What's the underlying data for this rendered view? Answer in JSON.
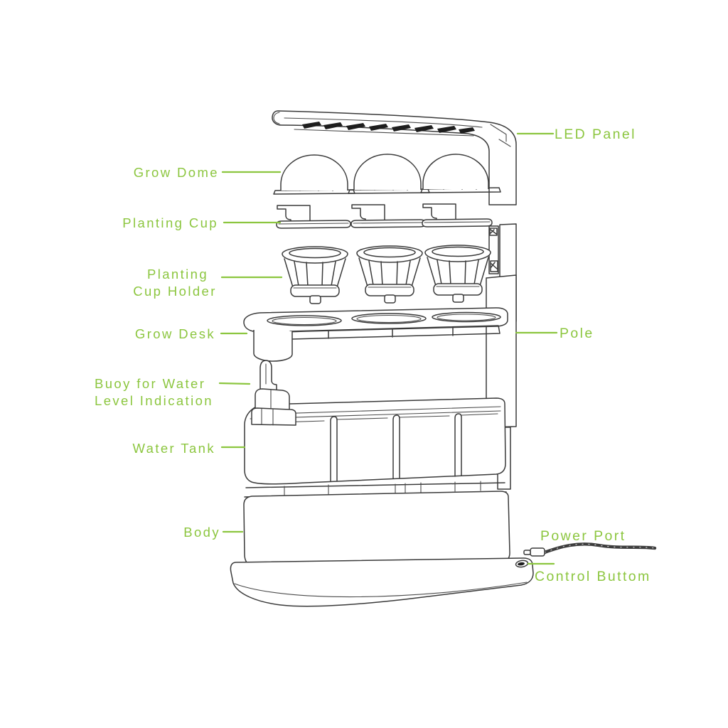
{
  "diagram": {
    "kind": "exploded-parts-diagram",
    "subject": "indoor hydroponic smart garden",
    "accent_color": "#8CC63F",
    "line_color": "#3a3a3a",
    "background": "#ffffff"
  },
  "labels": {
    "led_panel": "LED Panel",
    "grow_dome": "Grow Dome",
    "planting_cup": "Planting Cup",
    "planting_cup_holder_line1": "Planting",
    "planting_cup_holder_line2": "Cup Holder",
    "grow_desk": "Grow Desk",
    "pole": "Pole",
    "buoy_line1": "Buoy for Water",
    "buoy_line2": "Level Indication",
    "water_tank": "Water Tank",
    "body": "Body",
    "power_port": "Power Port",
    "control_button": "Control Buttom"
  }
}
